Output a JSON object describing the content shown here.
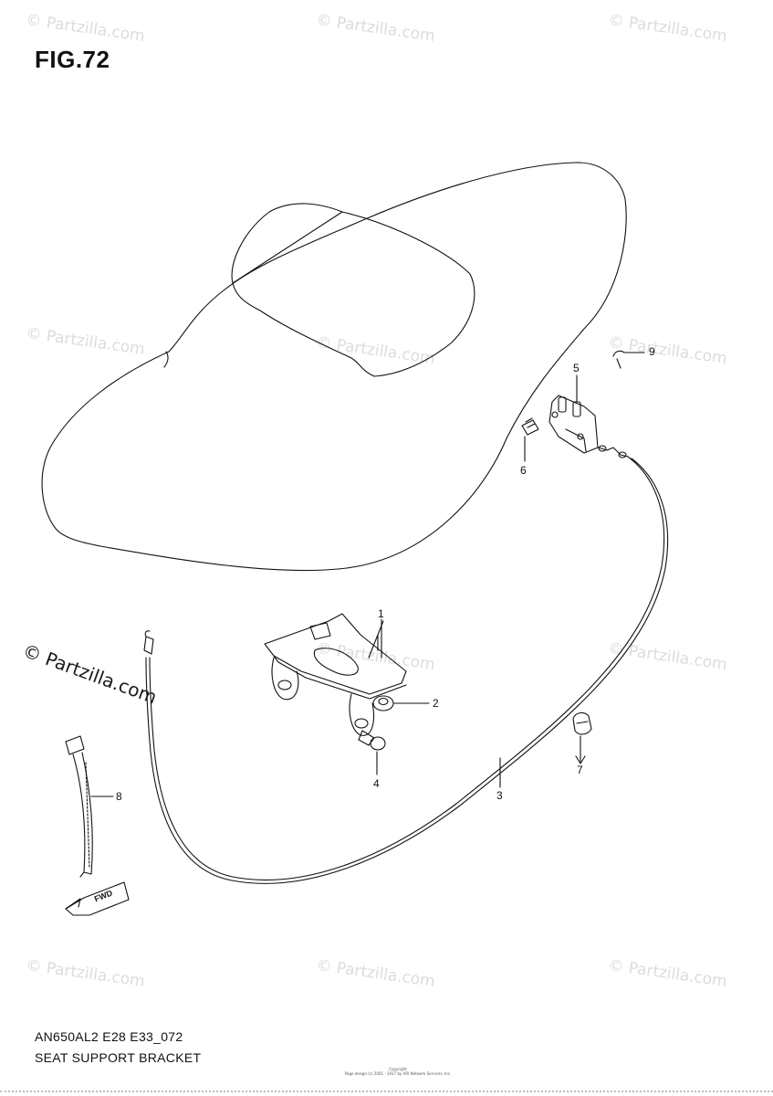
{
  "figure": {
    "title": "FIG.72",
    "code": "AN650AL2 E28 E33_072",
    "name": "SEAT SUPPORT BRACKET"
  },
  "watermark": {
    "text": "© Partzilla.com"
  },
  "callouts": [
    {
      "number": "1"
    },
    {
      "number": "2"
    },
    {
      "number": "3"
    },
    {
      "number": "4"
    },
    {
      "number": "5"
    },
    {
      "number": "6"
    },
    {
      "number": "7"
    },
    {
      "number": "8"
    },
    {
      "number": "9"
    }
  ],
  "fwd_label": "FWD",
  "copyright": {
    "line1": "Copyright",
    "line2": "Page design (c) 2001 - 2017 by ARI Network Services, Inc."
  }
}
